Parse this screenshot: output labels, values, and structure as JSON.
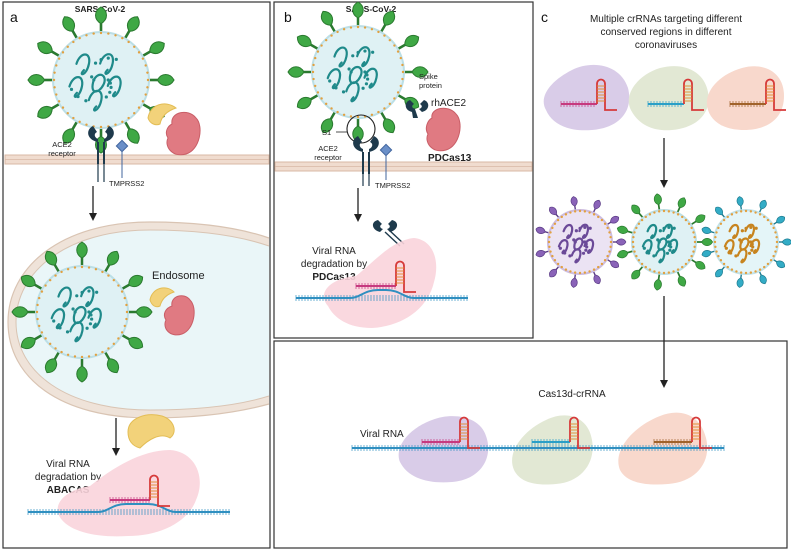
{
  "panels": {
    "a": {
      "letter": "a",
      "virus_title": "SARS-CoV-2",
      "ace2_line1": "ACE2",
      "ace2_line2": "receptor",
      "tmprss2": "TMPRSS2",
      "endosome": "Endosome",
      "deg_line1": "Viral RNA",
      "deg_line2": "degradation by",
      "deg_line3": "ABACAS"
    },
    "b": {
      "letter": "b",
      "virus_title": "SARS-CoV-2",
      "spike_line1": "Spike",
      "spike_line2": "protein",
      "rhace2": "rhACE2",
      "s1": "S1",
      "ace2_line1": "ACE2",
      "ace2_line2": "receptor",
      "tmprss2": "TMPRSS2",
      "pdcas13": "PDCas13",
      "deg_line1": "Viral RNA",
      "deg_line2": "degradation by",
      "deg_line3": "PDCas13"
    },
    "c": {
      "letter": "c",
      "title_line1": "Multiple crRNAs targeting different",
      "title_line2": "conserved regions in different",
      "title_line3": "coronaviruses",
      "complex_label": "Cas13d-crRNA",
      "viral_rna": "Viral RNA"
    }
  },
  "colors": {
    "virus_green": "#3a9a3f",
    "virus_purple": "#7b55a8",
    "virus_teal": "#2aa0b8",
    "membrane": "#e8c8b8",
    "cas13_pink": "#e07a82",
    "protein_yellow": "#f2d27a",
    "receptor_navy": "#1e3a4c",
    "rna_blue": "#2e8fc0",
    "lilac": "#d9cce8",
    "sage": "#e2e8d4",
    "peach": "#f8d8cc"
  }
}
